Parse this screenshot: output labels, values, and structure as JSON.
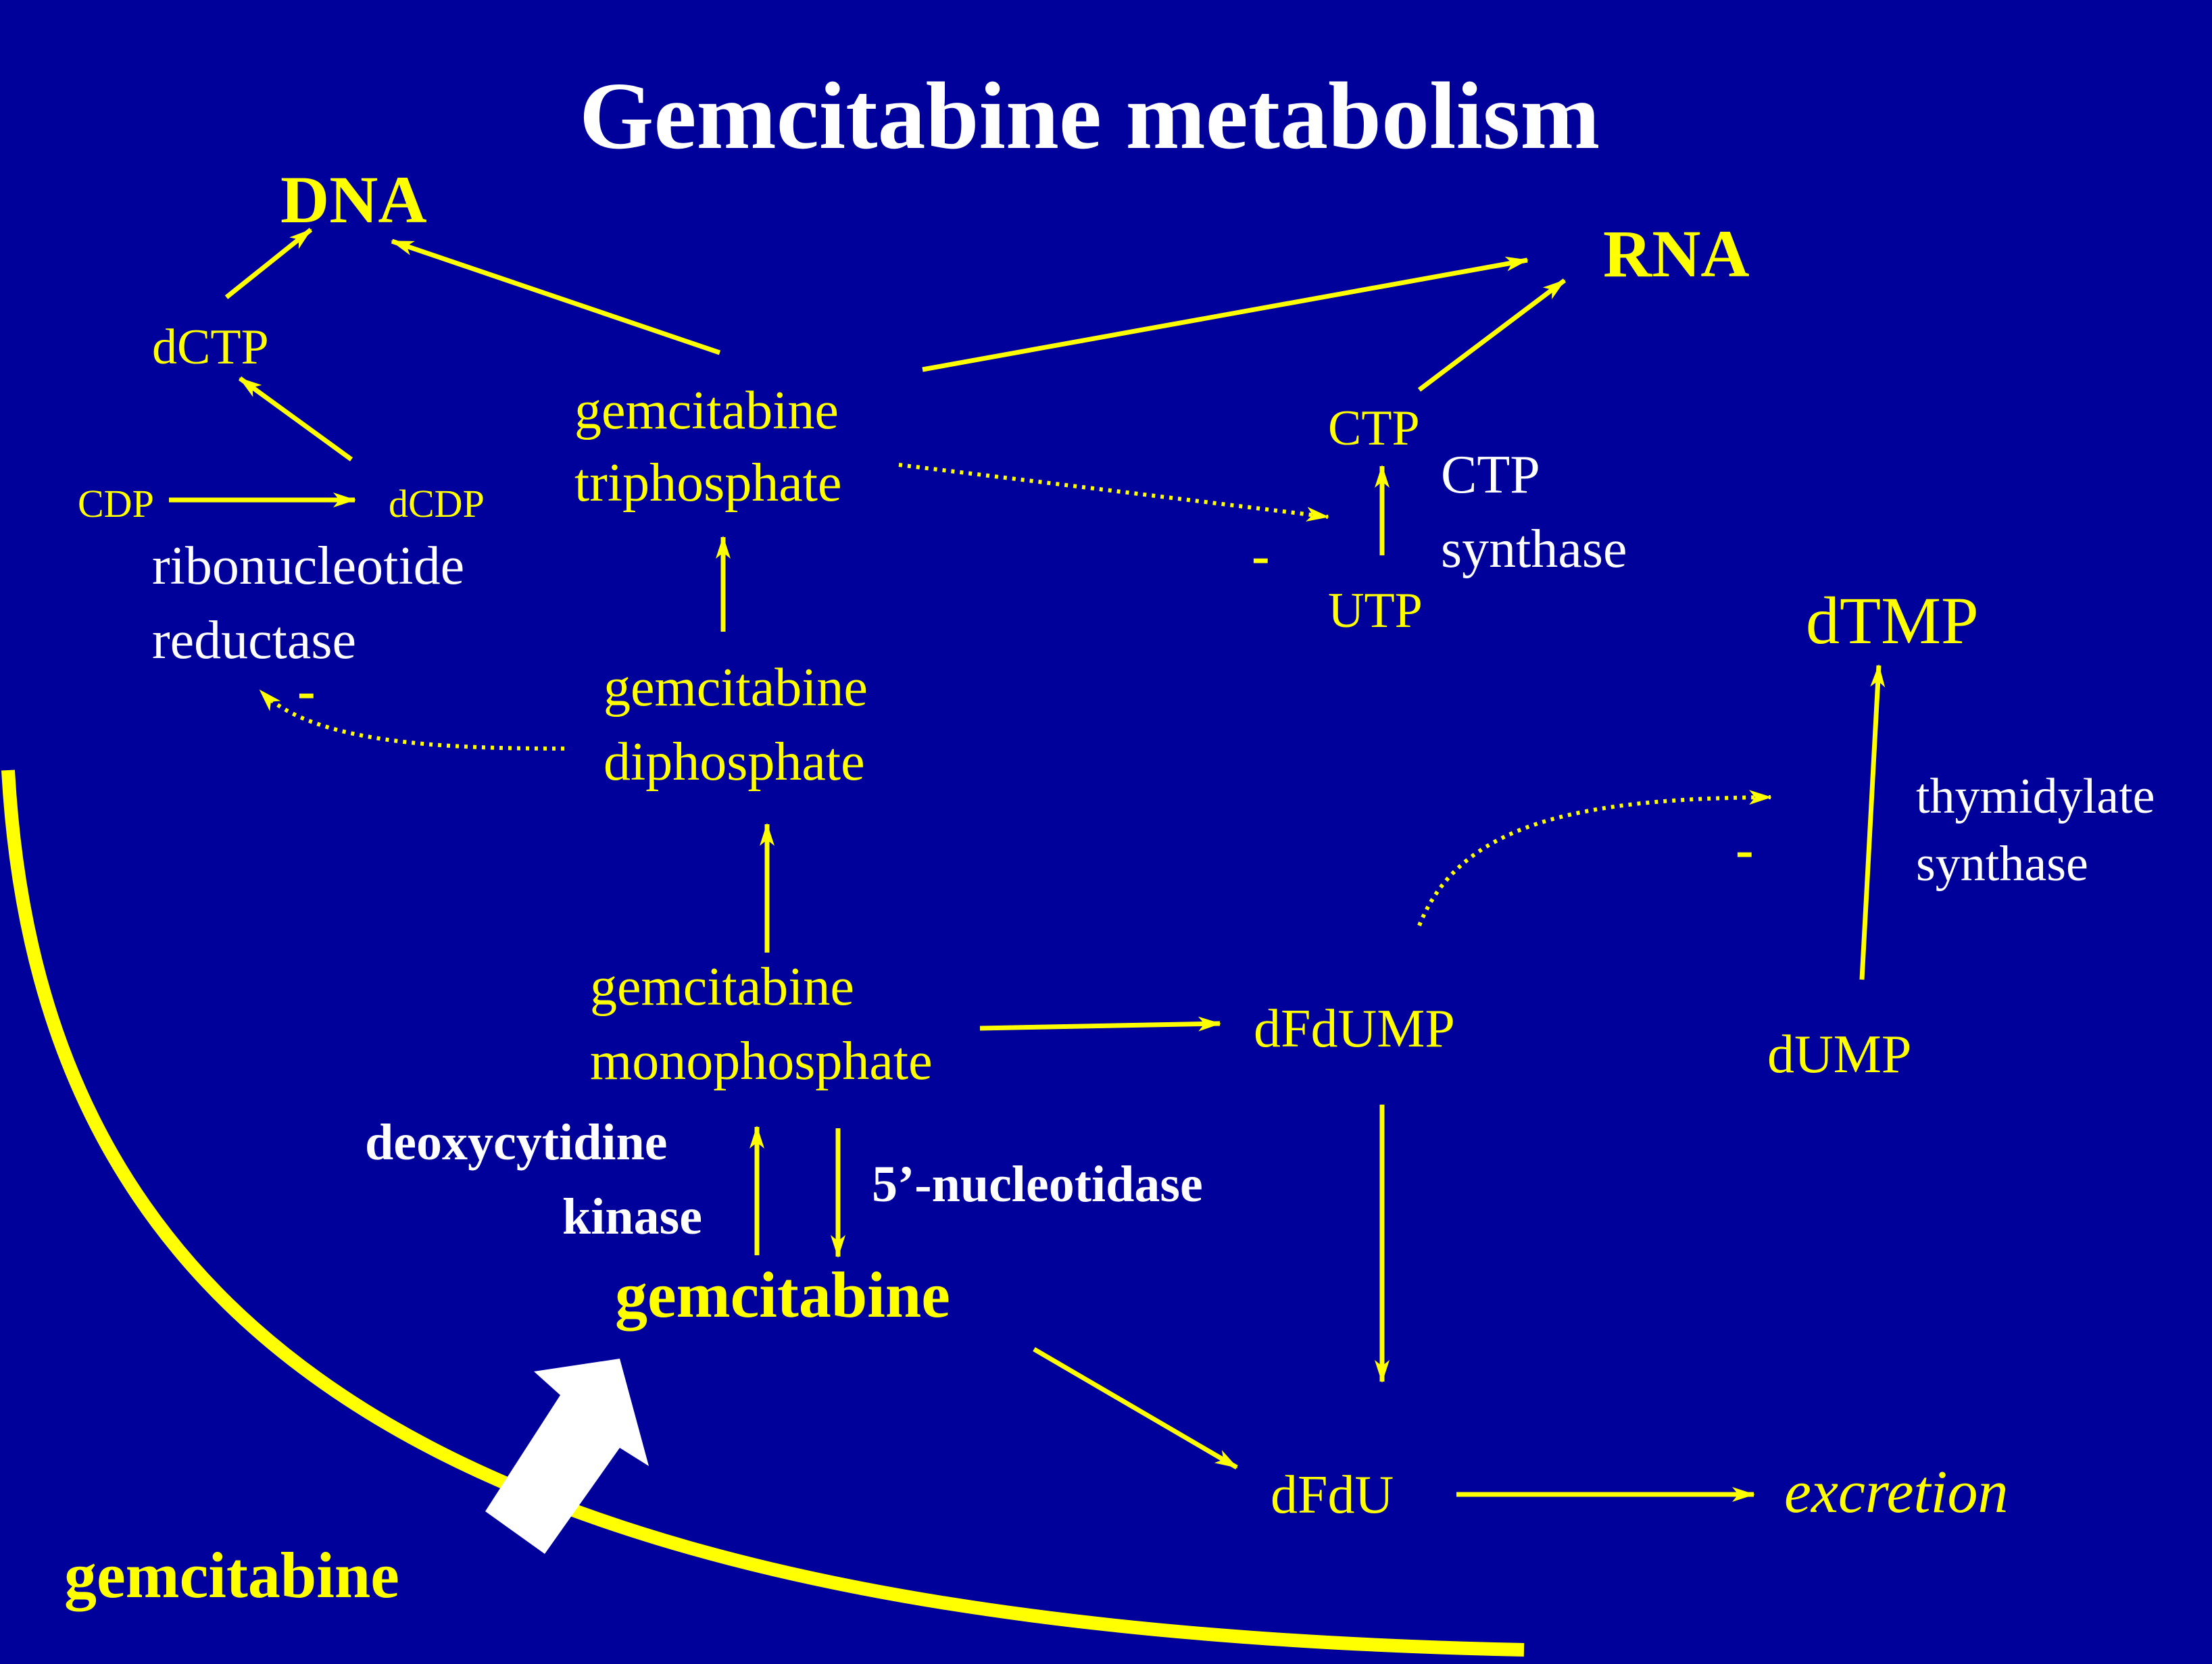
{
  "title": "Gemcitabine metabolism",
  "nodes": {
    "dna": "DNA",
    "rna": "RNA",
    "dctp": "dCTP",
    "cdp": "CDP",
    "dcdp": "dCDP",
    "gem_tp_line1": "gemcitabine",
    "gem_tp_line2": "triphosphate",
    "gem_dp_line1": "gemcitabine",
    "gem_dp_line2": "diphosphate",
    "gem_mp_line1": "gemcitabine",
    "gem_mp_line2": "monophosphate",
    "gem_intracellular": "gemcitabine",
    "gem_extracellular": "gemcitabine",
    "ctp": "CTP",
    "utp": "UTP",
    "dtmp": "dTMP",
    "dump": "dUMP",
    "dfdump": "dFdUMP",
    "dfdu": "dFdU",
    "excretion": "excretion"
  },
  "enzymes": {
    "rnr_line1": "ribonucleotide",
    "rnr_line2": "reductase",
    "ctps_line1": "CTP",
    "ctps_line2": "synthase",
    "ts_line1": "thymidylate",
    "ts_line2": "synthase",
    "dck_line1": "deoxycytidine",
    "dck_line2": "kinase",
    "nt5": "5’-nucleotidase"
  },
  "inhibition_marks": {
    "rnr": "-",
    "ctps": "-",
    "ts": "-"
  },
  "colors": {
    "background": "#00009b",
    "node_text": "#ffff00",
    "enzyme_text": "#ffffff",
    "arrow": "#ffff00",
    "membrane": "#ffff00",
    "uptake_arrow": "#ffffff"
  }
}
